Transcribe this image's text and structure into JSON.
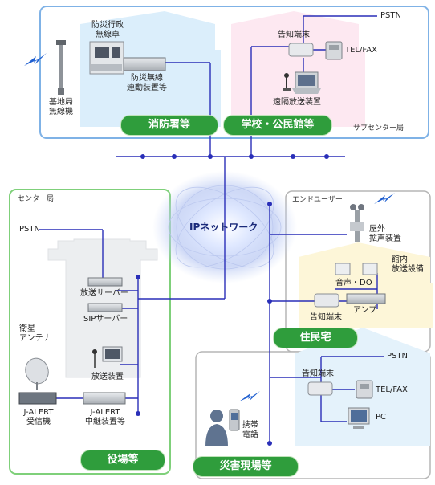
{
  "regions": {
    "subcenter": "サブセンター局",
    "center": "センター局",
    "enduser": "エンドユーザー"
  },
  "pills": {
    "fire": "消防署等",
    "school": "学校・公民館等",
    "town": "役場等",
    "residence": "住民宅",
    "disaster": "災害現場等"
  },
  "network": "IPネットワーク",
  "labels": {
    "pstn": "PSTN",
    "tel_fax": "TEL/FAX",
    "notify_terminal": "告知端末",
    "bousai_line1": "防災行政",
    "bousai_line2": "無線卓",
    "base_line1": "基地局",
    "base_line2": "無線機",
    "link_line1": "防災無線",
    "link_line2": "連動装置等",
    "remote_bc": "遠隔放送装置",
    "bc_server": "放送サーバー",
    "sip_server": "SIPサーバー",
    "bc_device": "放送装置",
    "sat_line1": "衛星",
    "sat_line2": "アンテナ",
    "jalert_rx_line1": "J-ALERT",
    "jalert_rx_line2": "受信機",
    "jalert_relay_line1": "J-ALERT",
    "jalert_relay_line2": "中継装置等",
    "outdoor_line1": "屋外",
    "outdoor_line2": "拡声装置",
    "indoor_line1": "館内",
    "indoor_line2": "放送設備",
    "audio_do": "音声・DO",
    "amp": "アンプ",
    "mobile_line1": "携帯",
    "mobile_line2": "電話",
    "pc": "PC"
  },
  "colors": {
    "line": "#2a2fb8",
    "pill": "#2f9d3c",
    "subcenter_border": "#7fb2e6",
    "center_border": "#7fd07a",
    "gray_border": "#b5b5b5"
  }
}
